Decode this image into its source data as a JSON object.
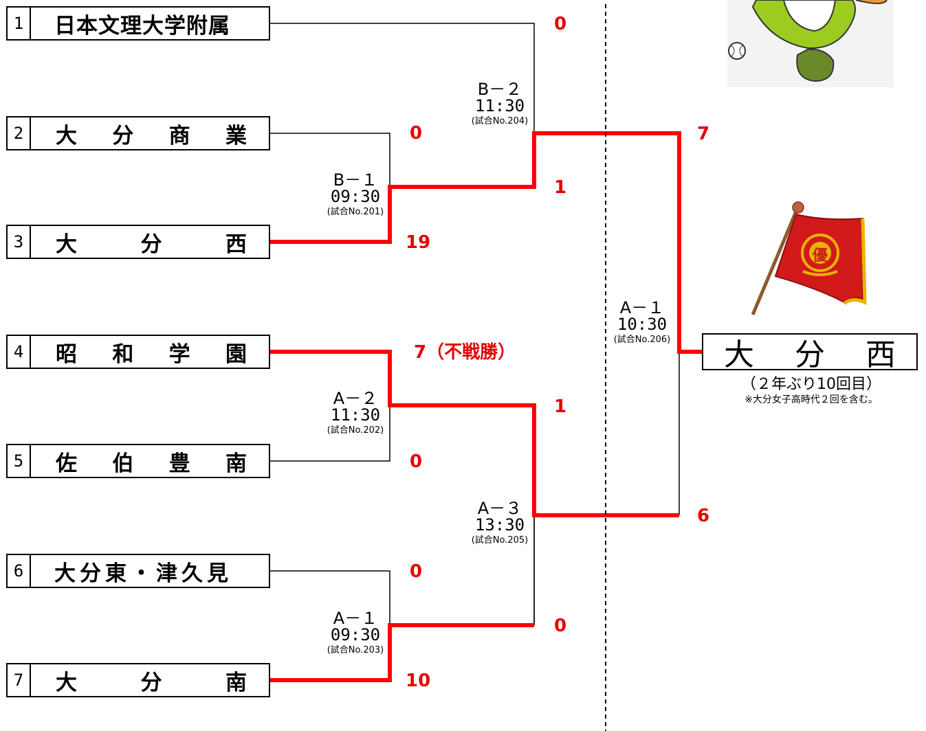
{
  "teams": [
    {
      "seed": "1",
      "name": "日本文理大学附属",
      "chars": [
        "日本文理大学附属"
      ]
    },
    {
      "seed": "2",
      "name": "大分商業",
      "chars": [
        "大",
        "分",
        "商",
        "業"
      ]
    },
    {
      "seed": "3",
      "name": "大分西",
      "chars": [
        "大",
        "分",
        "西"
      ]
    },
    {
      "seed": "4",
      "name": "昭和学園",
      "chars": [
        "昭",
        "和",
        "学",
        "園"
      ]
    },
    {
      "seed": "5",
      "name": "佐伯豊南",
      "chars": [
        "佐",
        "伯",
        "豊",
        "南"
      ]
    },
    {
      "seed": "6",
      "name": "大分東・津久見",
      "chars": [
        "大分東・津久見"
      ]
    },
    {
      "seed": "7",
      "name": "大分南",
      "chars": [
        "大",
        "分",
        "南"
      ]
    }
  ],
  "matches": [
    {
      "id": "B－１",
      "time": "09:30",
      "no": "(試合No.201)",
      "top_score": "0",
      "bottom_score": "19"
    },
    {
      "id": "A－２",
      "time": "11:30",
      "no": "(試合No.202)",
      "top_score": "7（不戦勝）",
      "bottom_score": "0"
    },
    {
      "id": "A－１",
      "time": "09:30",
      "no": "(試合No.203)",
      "top_score": "0",
      "bottom_score": "10"
    },
    {
      "id": "B－２",
      "time": "11:30",
      "no": "(試合No.204)",
      "top_score": "0",
      "bottom_score": "1"
    },
    {
      "id": "A－３",
      "time": "13:30",
      "no": "(試合No.205)",
      "top_score": "1",
      "bottom_score": "0"
    },
    {
      "id": "A－１",
      "time": "10:30",
      "no": "(試合No.206)",
      "top_score": "7",
      "bottom_score": "6"
    }
  ],
  "champion": {
    "chars": [
      "大",
      "分",
      "西"
    ],
    "note": "（２年ぶり10回目）",
    "subnote": "※大分女子高時代２回を含む。"
  },
  "flag": {
    "emblem": "優"
  },
  "colors": {
    "winner_line": "#ff0000",
    "line": "#000000",
    "score": "#e60000",
    "flag_red": "#d21a1a",
    "flag_gold": "#e8b400"
  }
}
